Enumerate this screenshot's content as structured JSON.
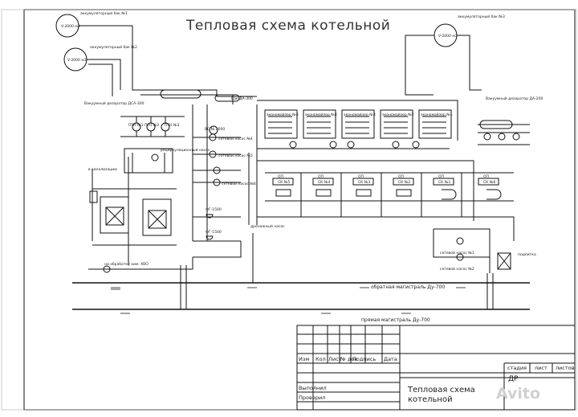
{
  "drawing": {
    "title": "Тепловая схема котельной",
    "tanks": {
      "left_top": {
        "label": "аккумуляторный бак №1",
        "volume": "V-2000 м3"
      },
      "left_bottom": {
        "label": "аккумуляторный бак №2",
        "volume": "V-2000 м3"
      },
      "right": {
        "label": "аккумуляторный бак №3",
        "volume": "V-2000 м3"
      }
    },
    "deaerators": {
      "left": "Вакуумный деаэратор ДСА-300",
      "mid": "Бак ДА-300",
      "right": "Вакуумный деаэратор ДА-200"
    },
    "pumps": {
      "pt1": "ПТН №1",
      "pt2": "ПТН №2",
      "pt3": "ПТН №3",
      "n4": "сетевой насос №4",
      "n5": "сетевой насос №5",
      "n6": "сетевой насос №6",
      "recirc": "рециркуляционный насос",
      "n1": "сетевой насос №1",
      "n2": "сетевой насос №2",
      "drain": "дренажный насос"
    },
    "economizers": [
      "экономайзер №5",
      "экономайзер №4",
      "экономайзер №3",
      "экономайзер №2",
      "экономайзер №1"
    ],
    "boilers": [
      "СК №5",
      "СК №4",
      "СК №3",
      "СК №2",
      "СК №1",
      "СК №6"
    ],
    "boiler_heads": [
      "ОП",
      "ОП",
      "ОП",
      "ОП",
      "ОП",
      "ОП"
    ],
    "labels": {
      "sewer": "в канализацию",
      "bc": "ВС № 2000",
      "m1": "ФГ-1500",
      "m2": "ФГ-1500",
      "cheek": "подпитка",
      "cold": "на обработку хим. ХВО",
      "return_main": "обратная магистраль Ду-700",
      "supply_main": "прямая магистраль Ду-700"
    }
  },
  "title_block": {
    "headers": [
      "Изм",
      "Кол",
      "Лист",
      "№ док",
      "Подпись",
      "Дата"
    ],
    "performed": "Выполнил",
    "checked": "Проверил",
    "stage_label": "стадия",
    "sheet_label": "лист",
    "sheets_label": "листов",
    "stage_value": "ДР",
    "title": "Тепловая схема котельной"
  },
  "watermark": "Avito"
}
